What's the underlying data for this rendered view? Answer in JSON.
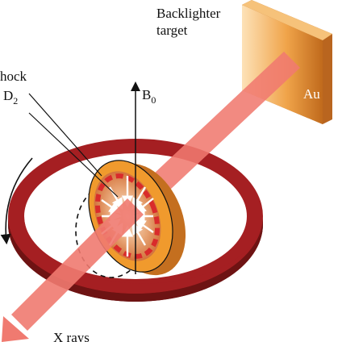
{
  "labels": {
    "backlighter_line1": "Backlighter",
    "backlighter_line2": "target",
    "au": "Au",
    "b0_main": "B",
    "b0_sub": "0",
    "shock": "hock",
    "d2_main": "D",
    "d2_sub": "2",
    "xrays": "X rays"
  },
  "colors": {
    "ring_dark": "#7a1616",
    "ring_top": "#a11f22",
    "beam": "#f07a70",
    "target_orange": "#f2a441",
    "target_dark": "#b96c24",
    "capsule_gold": "#f09a2d",
    "capsule_inner": "#d97b3f",
    "shock_red": "#d92b2b"
  }
}
